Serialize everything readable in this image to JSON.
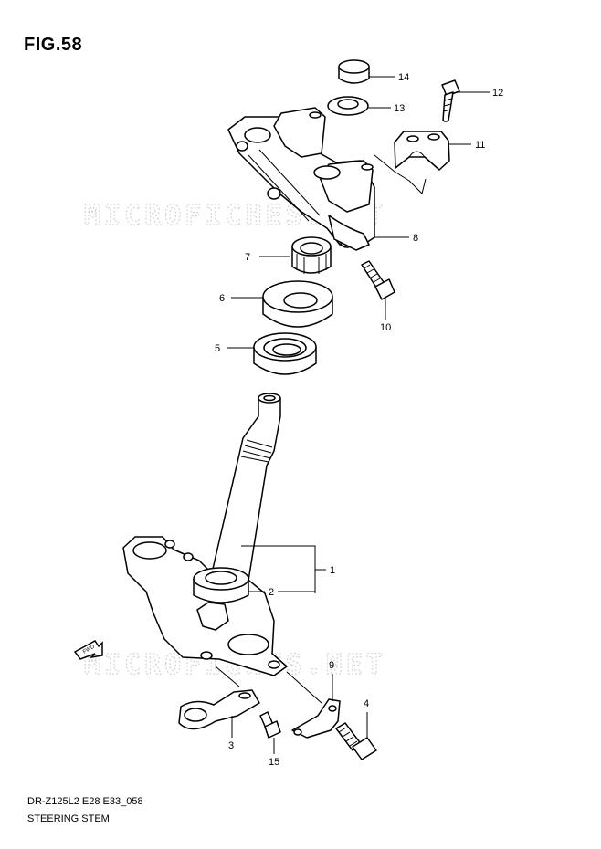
{
  "figure": {
    "title": "FIG.58",
    "code": "DR-Z125L2 E28 E33_058",
    "caption": "STEERING STEM"
  },
  "watermark": "MICROFICHES.NET",
  "callouts": {
    "p1": "1",
    "p2": "2",
    "p3": "3",
    "p4": "4",
    "p5": "5",
    "p6": "6",
    "p7": "7",
    "p8": "8",
    "p9": "9",
    "p10": "10",
    "p11": "11",
    "p12": "12",
    "p13": "13",
    "p14": "14",
    "p15": "15"
  },
  "fwd_arrow": {
    "label": "FWD",
    "icon": "fwd-arrow-icon"
  }
}
